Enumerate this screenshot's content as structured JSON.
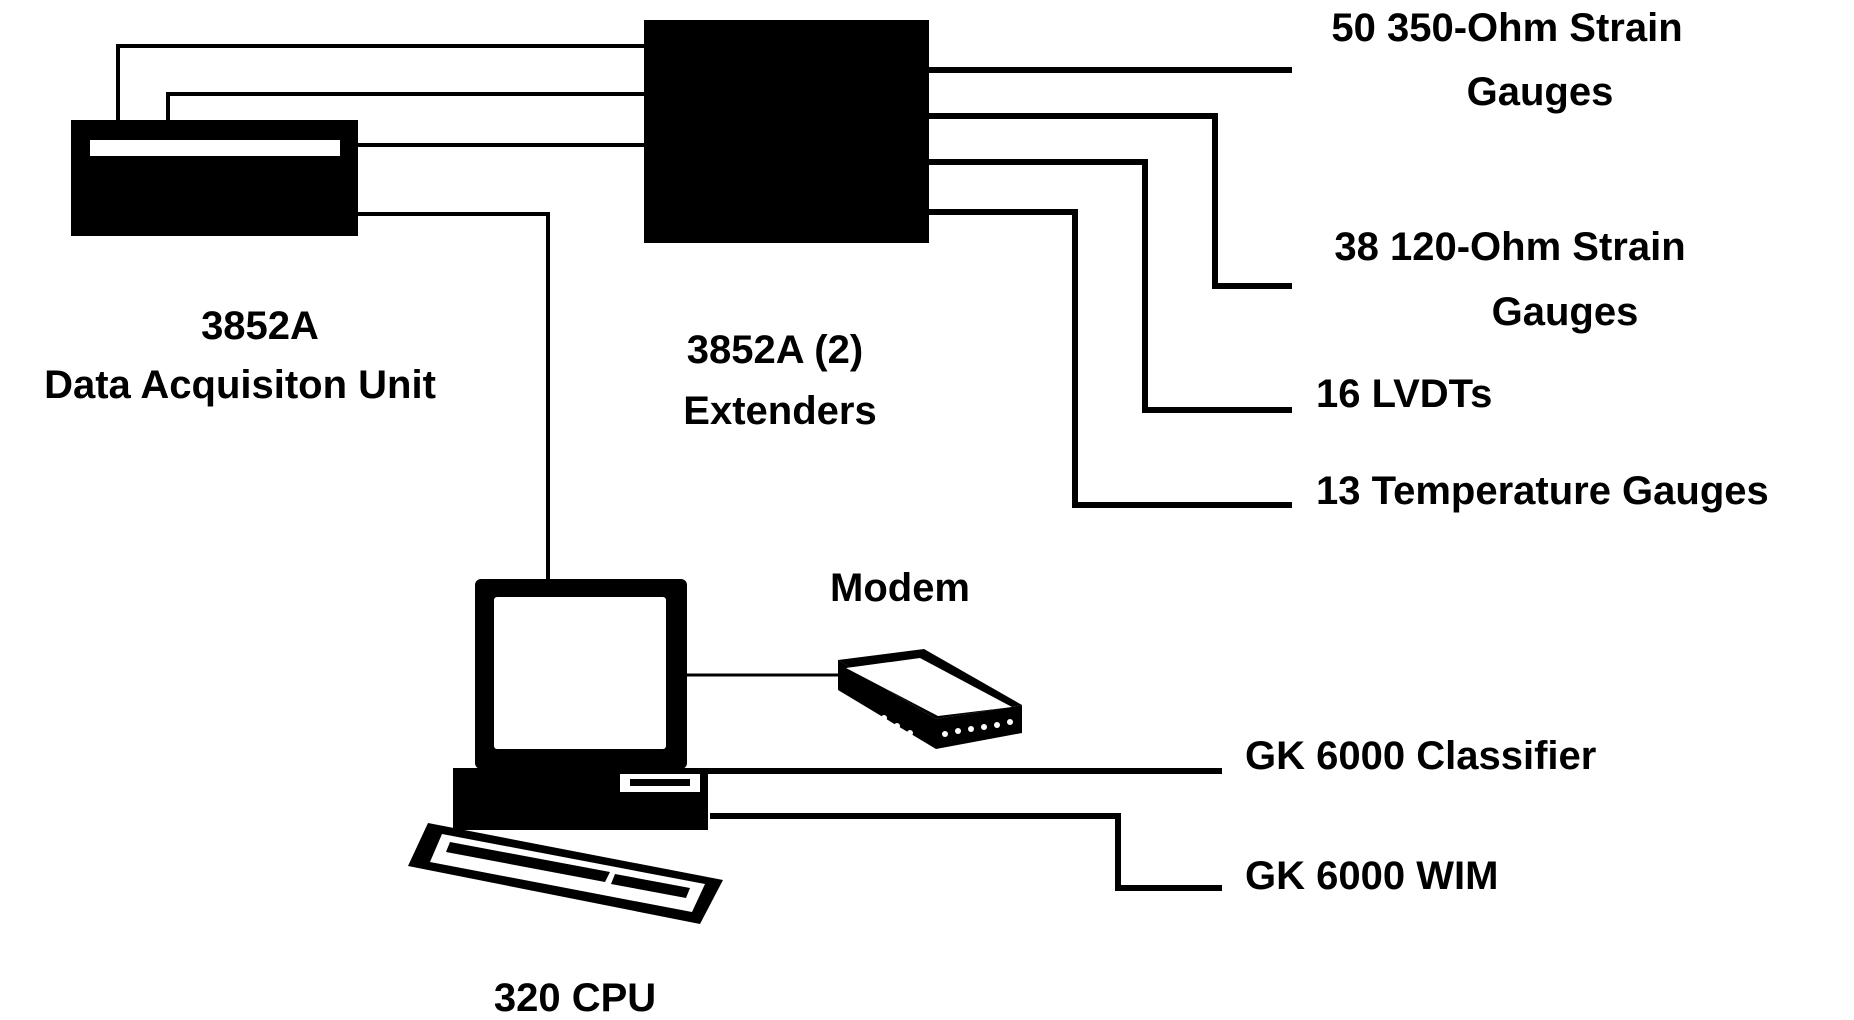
{
  "colors": {
    "ink": "#000000",
    "paper": "#ffffff"
  },
  "labels": {
    "daq_model": "3852A",
    "daq_name": "Data Acquisiton Unit",
    "ext_model": "3852A (2)",
    "ext_name": "Extenders",
    "sg350_line1": "50 350-Ohm Strain",
    "sg350_line2": "Gauges",
    "sg120_line1": "38  120-Ohm Strain",
    "sg120_line2": "Gauges",
    "lvdt": "16 LVDTs",
    "temp": "13 Temperature Gauges",
    "modem": "Modem",
    "classifier": "GK 6000 Classifier",
    "wim": "GK 6000 WIM",
    "cpu": "320 CPU"
  }
}
